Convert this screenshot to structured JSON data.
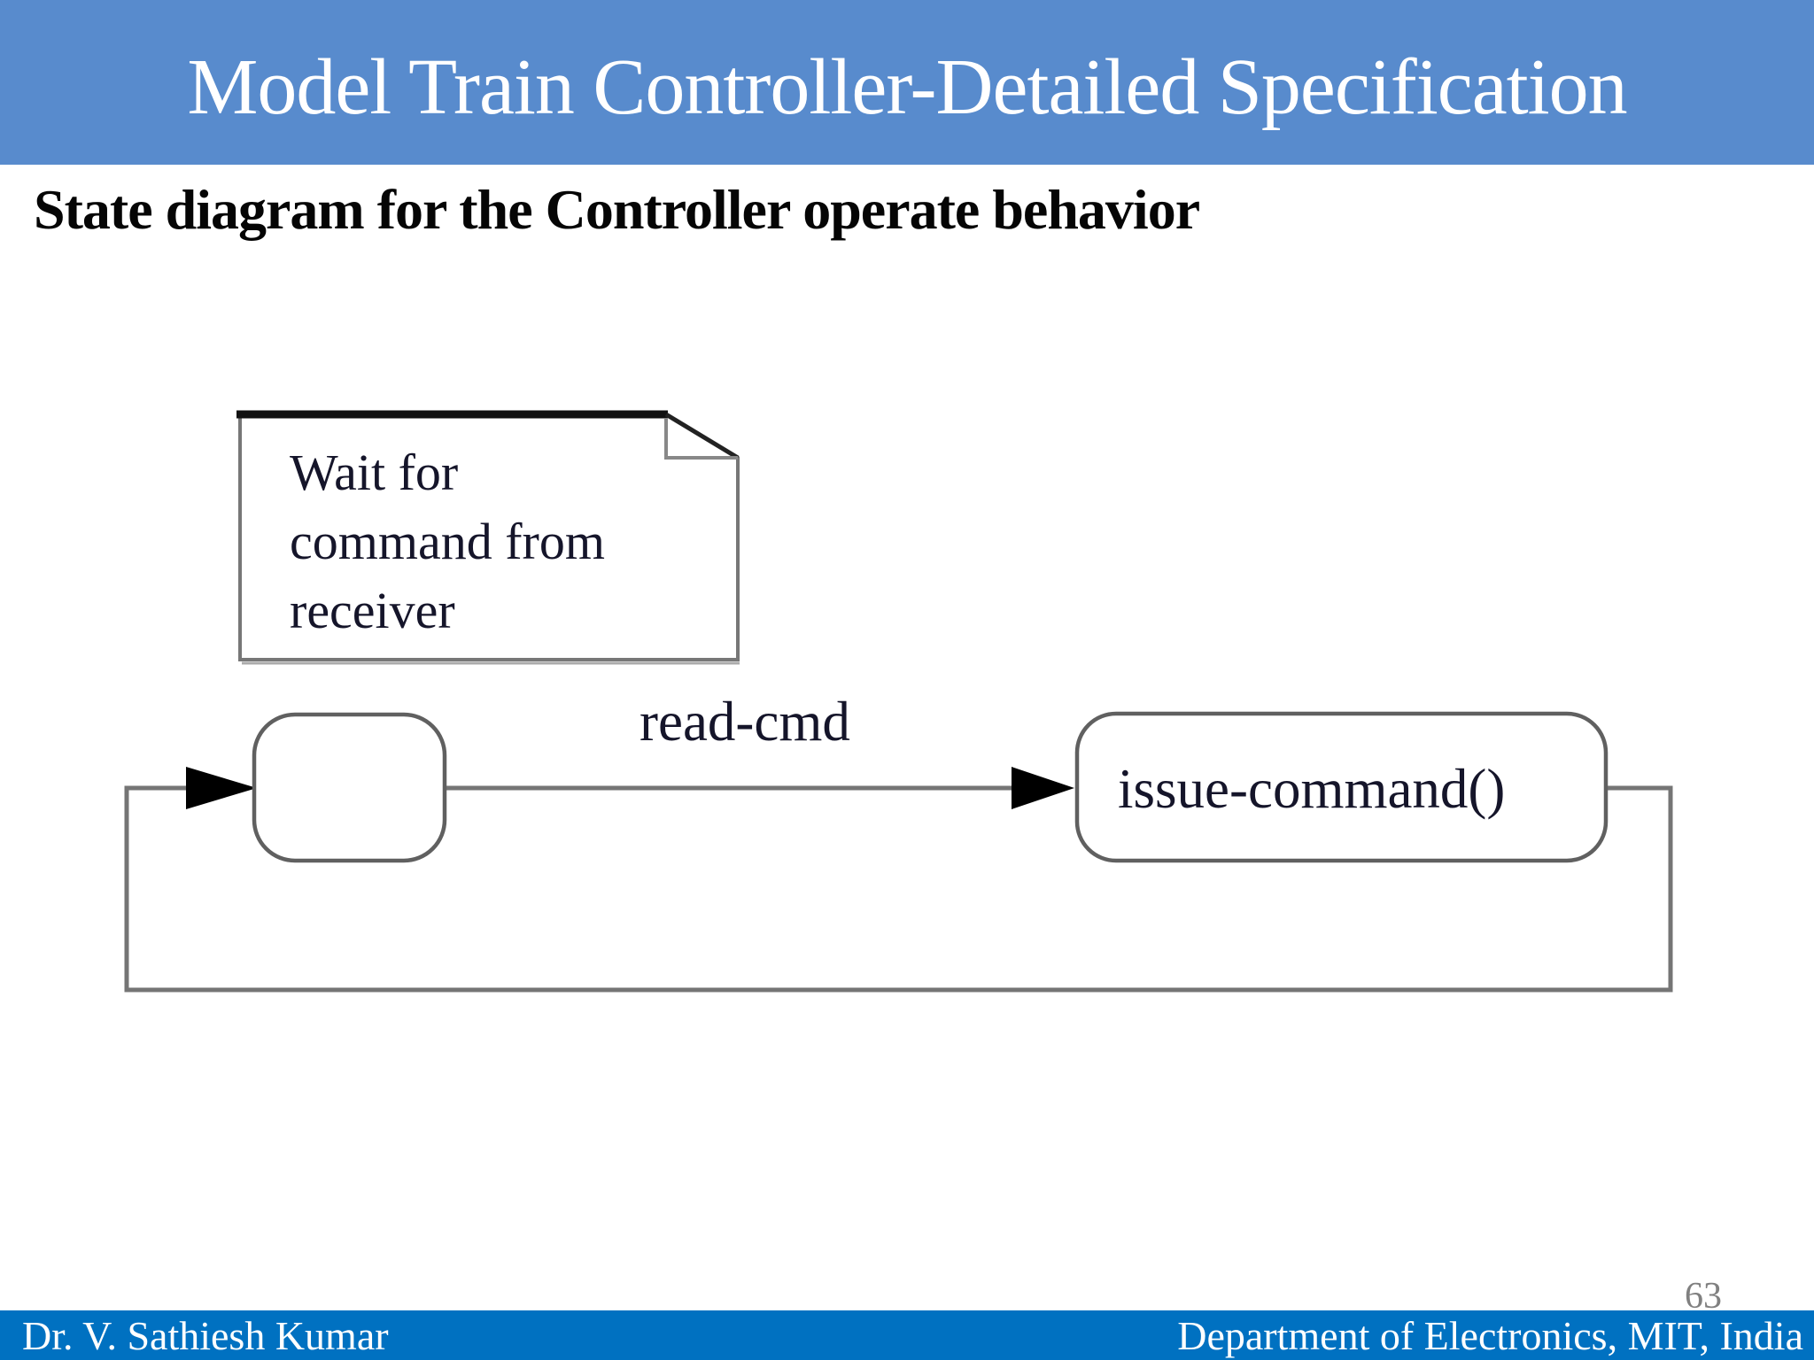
{
  "slide": {
    "title": "Model Train Controller-Detailed Specification",
    "subtitle": "State diagram for the Controller operate behavior",
    "page_number": "63",
    "footer": {
      "left": "Dr. V. Sathiesh Kumar",
      "right": "Department of Electronics, MIT, India"
    }
  },
  "diagram": {
    "note": {
      "lines": [
        "Wait for",
        "command from",
        "receiver"
      ]
    },
    "states": [
      {
        "id": "wait-state",
        "label": ""
      },
      {
        "id": "issue-command-state",
        "label": "issue-command()"
      }
    ],
    "transitions": [
      {
        "from": "wait-state",
        "to": "issue-command-state",
        "label": "read-cmd"
      },
      {
        "from": "issue-command-state",
        "to": "wait-state",
        "label": "",
        "shape": "loop-back"
      }
    ]
  },
  "colors": {
    "header_bg": "#588bcd",
    "footer_bg": "#0071c1",
    "title_text": "#ffffff",
    "subtitle_text": "#050505",
    "diagram_line": "#757575",
    "state_border": "#606060",
    "note_top_border": "#111111",
    "arrowhead": "#000000",
    "page_number_text": "#808080"
  }
}
